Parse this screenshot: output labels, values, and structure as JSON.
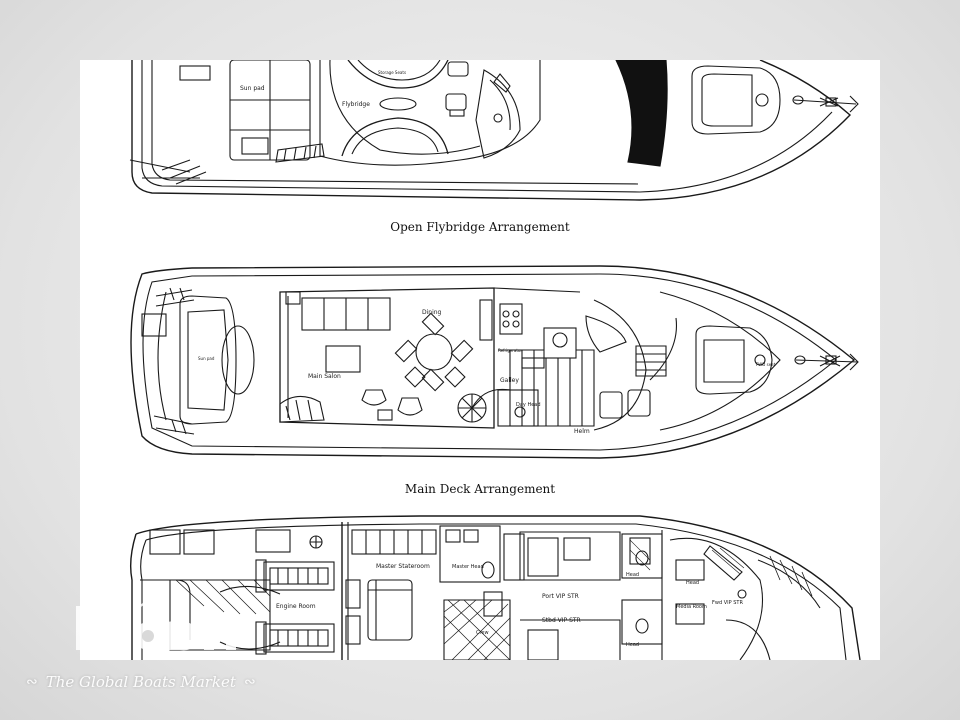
{
  "plans": [
    {
      "id": "open-flybridge",
      "caption": "Open Flybridge Arrangement",
      "labels": {
        "flybridge": "Flybridge",
        "sun_pad": "Sun pad",
        "storage": "Storage Seats"
      }
    },
    {
      "id": "main-deck",
      "caption": "Main Deck Arrangement",
      "labels": {
        "dining": "Dining",
        "main_salon": "Main Salon",
        "galley": "Galley",
        "day_head": "Day Head",
        "helm": "Helm",
        "refrigerator": "Refrigerator",
        "sun_pad": "Sun pad",
        "fwd_seat": "FWD seat"
      }
    },
    {
      "id": "lower-deck",
      "labels": {
        "engine_room": "Engine Room",
        "master_stateroom": "Master Stateroom",
        "master_head": "Master Head",
        "port_vip_str": "Port VIP STR",
        "stbd_vip_str": "Stbd VIP STR",
        "fwd_vip_str": "Fwd VIP STR",
        "media_room": "Media Room",
        "head_a": "Head",
        "head_b": "Head",
        "head_c": "Head",
        "crew": "Crew"
      }
    }
  ],
  "watermark": {
    "tagline": "The Global Boats Market",
    "mark_color": "#ffffff"
  }
}
